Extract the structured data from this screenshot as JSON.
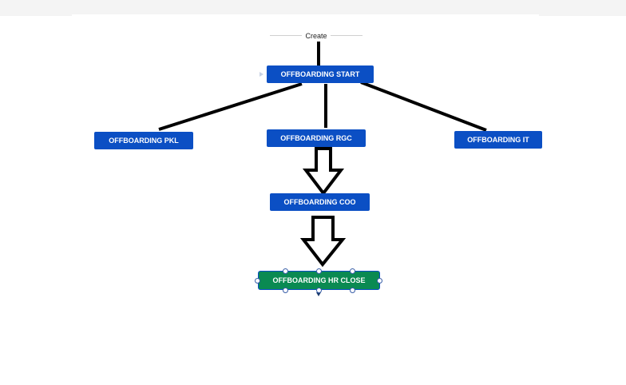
{
  "diagram": {
    "transition_label": "Create",
    "nodes": {
      "start": "OFFBOARDING START",
      "pkl": "OFFBOARDING PKL",
      "rgc": "OFFBOARDING RGC",
      "it": "OFFBOARDING IT",
      "coo": "OFFBOARDING COO",
      "hr_close": "OFFBOARDING HR CLOSE"
    }
  },
  "colors": {
    "node_blue": "#0b4fc4",
    "node_green": "#0a8a52",
    "connector": "#000000"
  }
}
